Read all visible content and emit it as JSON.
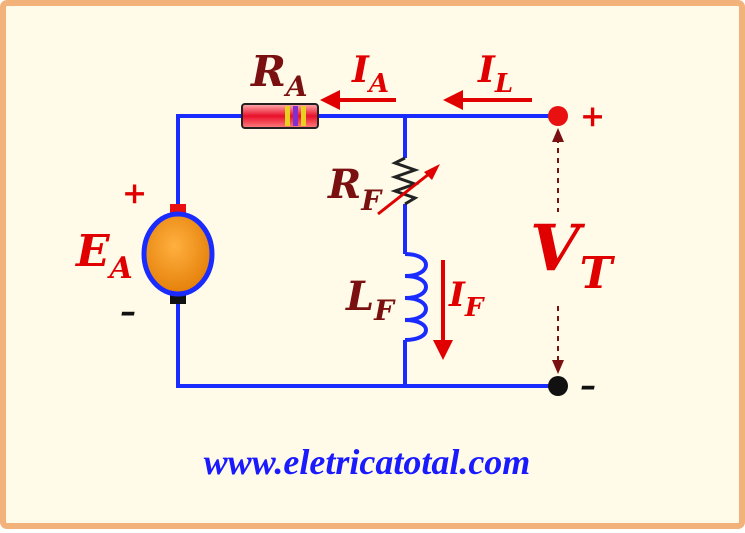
{
  "circuit": {
    "resistor_label": {
      "main": "R",
      "sub": "A"
    },
    "armature_current_label": {
      "main": "I",
      "sub": "A"
    },
    "line_current_label": {
      "main": "I",
      "sub": "L"
    },
    "field_resistor_label": {
      "main": "R",
      "sub": "F"
    },
    "emf_label": {
      "main": "E",
      "sub": "A"
    },
    "field_inductor_label": {
      "main": "L",
      "sub": "F"
    },
    "field_current_label": {
      "main": "I",
      "sub": "F"
    },
    "terminal_voltage_label": {
      "main": "V",
      "sub": "T"
    },
    "source_plus": "+",
    "source_minus": "–",
    "terminal_plus": "+",
    "terminal_minus": "–"
  },
  "footer": {
    "website": "www.eletricatotal.com"
  },
  "colors": {
    "wire": "#1a2bff",
    "label_dark": "#7a1010",
    "label_red": "#e00000",
    "arrow": "#e00000",
    "frame_border": "#f2b27a",
    "background": "#fffbe8",
    "generator": "#f08a00",
    "website": "#1a1aff"
  }
}
